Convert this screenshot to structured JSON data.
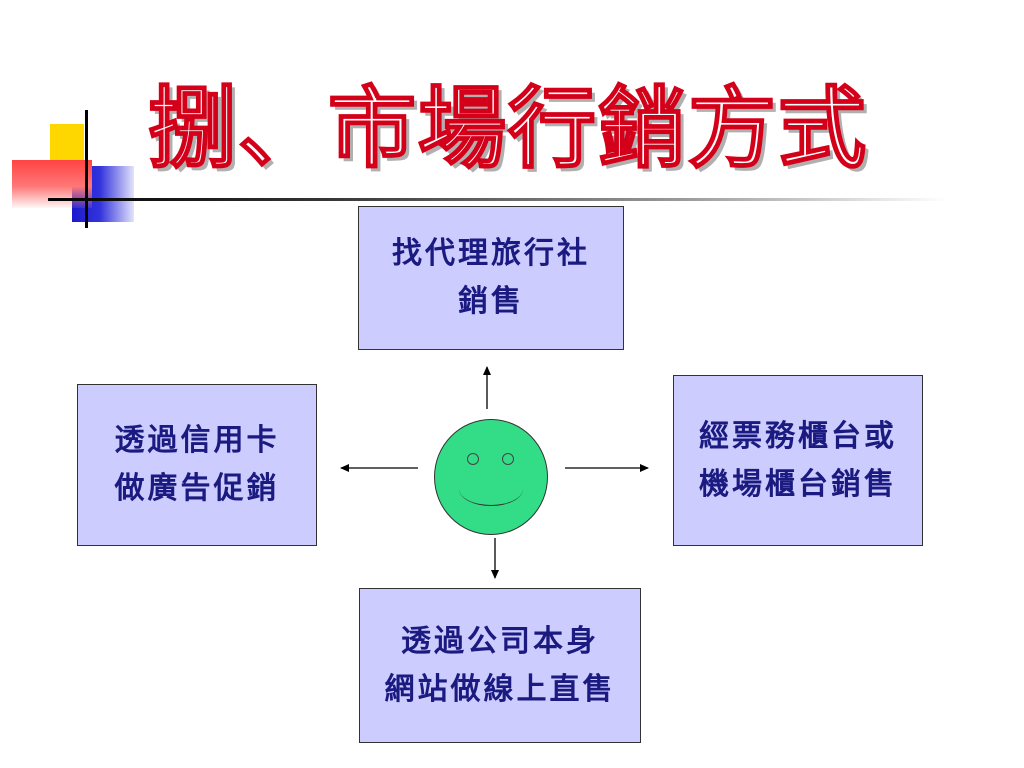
{
  "slide": {
    "title": "捌、市場行銷方式"
  },
  "diagram": {
    "center": "smiley-face",
    "boxes": {
      "top": {
        "line1": "找代理旅行社",
        "line2": "銷售"
      },
      "left": {
        "line1": "透過信用卡",
        "line2": "做廣告促銷"
      },
      "right": {
        "line1": "經票務櫃台或",
        "line2": "機場櫃台銷售"
      },
      "bottom": {
        "line1": "透過公司本身",
        "line2": "網站做線上直售"
      }
    },
    "colors": {
      "box_fill": "#ccccff",
      "box_text": "#1a1a80",
      "face_fill": "#33dd88",
      "title_outline": "#d4001a"
    }
  }
}
